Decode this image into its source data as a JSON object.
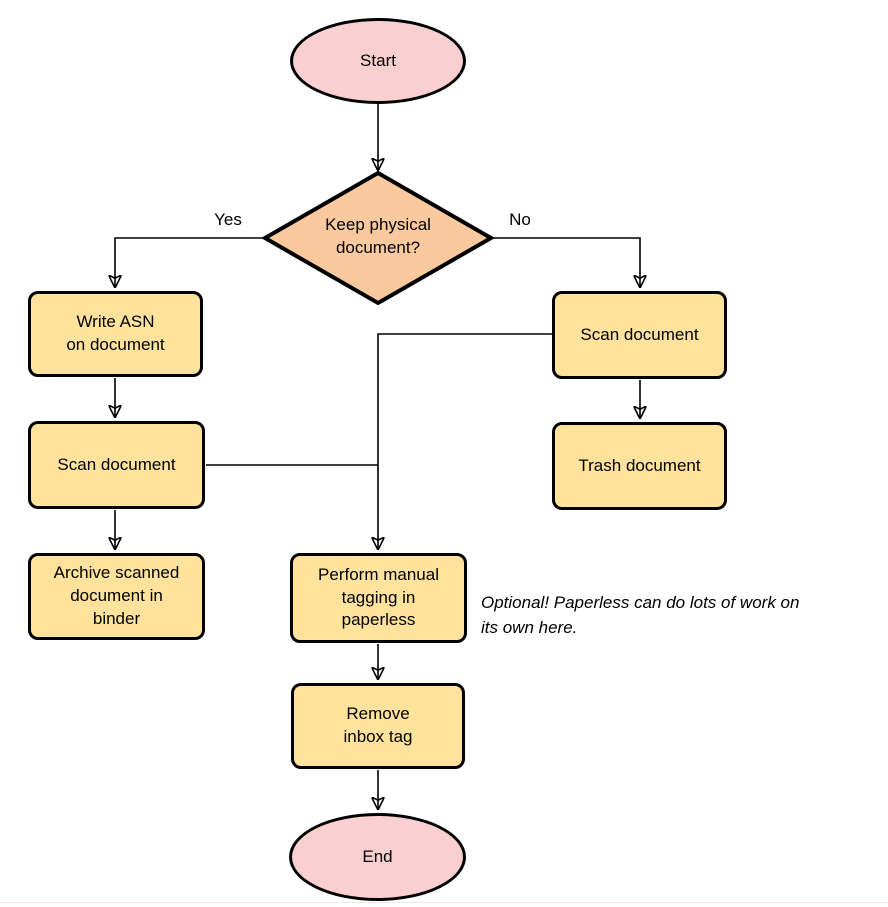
{
  "colors": {
    "terminal_fill": "#F9CFCF",
    "decision_fill": "#FACA9E",
    "process_fill": "#FFE29B",
    "stroke": "#000000"
  },
  "nodes": {
    "start": {
      "label": "Start"
    },
    "decision": {
      "label": "Keep physical\ndocument?"
    },
    "write_asn": {
      "label": "Write ASN\non document"
    },
    "scan_left": {
      "label": "Scan document"
    },
    "archive": {
      "label": "Archive scanned\ndocument in\nbinder"
    },
    "scan_right": {
      "label": "Scan document"
    },
    "trash": {
      "label": "Trash document"
    },
    "perform_tagging": {
      "label": "Perform manual\ntagging in\npaperless"
    },
    "remove_inbox": {
      "label": "Remove\ninbox tag"
    },
    "end": {
      "label": "End"
    }
  },
  "edges": {
    "yes_label": "Yes",
    "no_label": "No"
  },
  "note": {
    "text": "Optional! Paperless can do lots of work on\nits own here."
  }
}
